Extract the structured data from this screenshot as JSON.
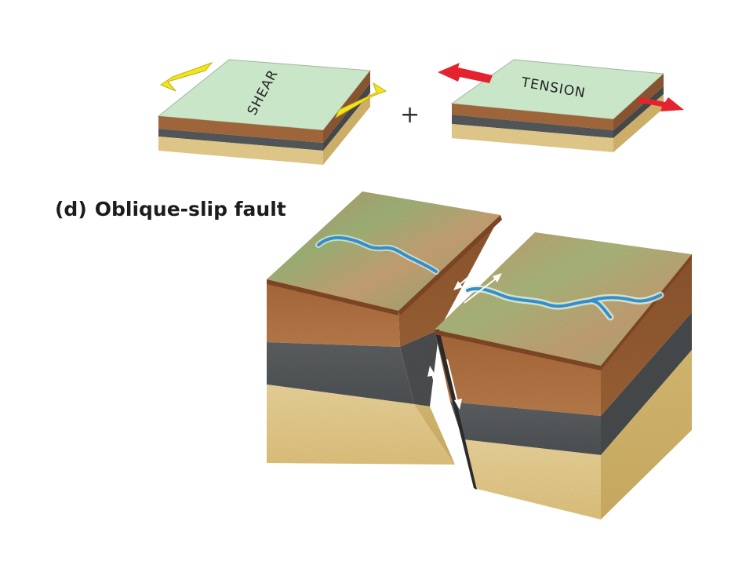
{
  "panel": {
    "letter": "(d)",
    "title": "Oblique-slip fault"
  },
  "stress_blocks": {
    "shear_label": "SHEAR",
    "tension_label": "TENSION",
    "operator": "+"
  },
  "colors": {
    "block_top": "#c9e6c8",
    "soil_brown": "#a5693c",
    "shale_gray": "#55585a",
    "sandstone": "#e6cd8d",
    "shear_arrow": "#f2e41e",
    "tension_arrow": "#e5232e",
    "river": "#2f8fd1",
    "landscape_green": "#9cae74",
    "landscape_tan": "#c59a6a"
  }
}
